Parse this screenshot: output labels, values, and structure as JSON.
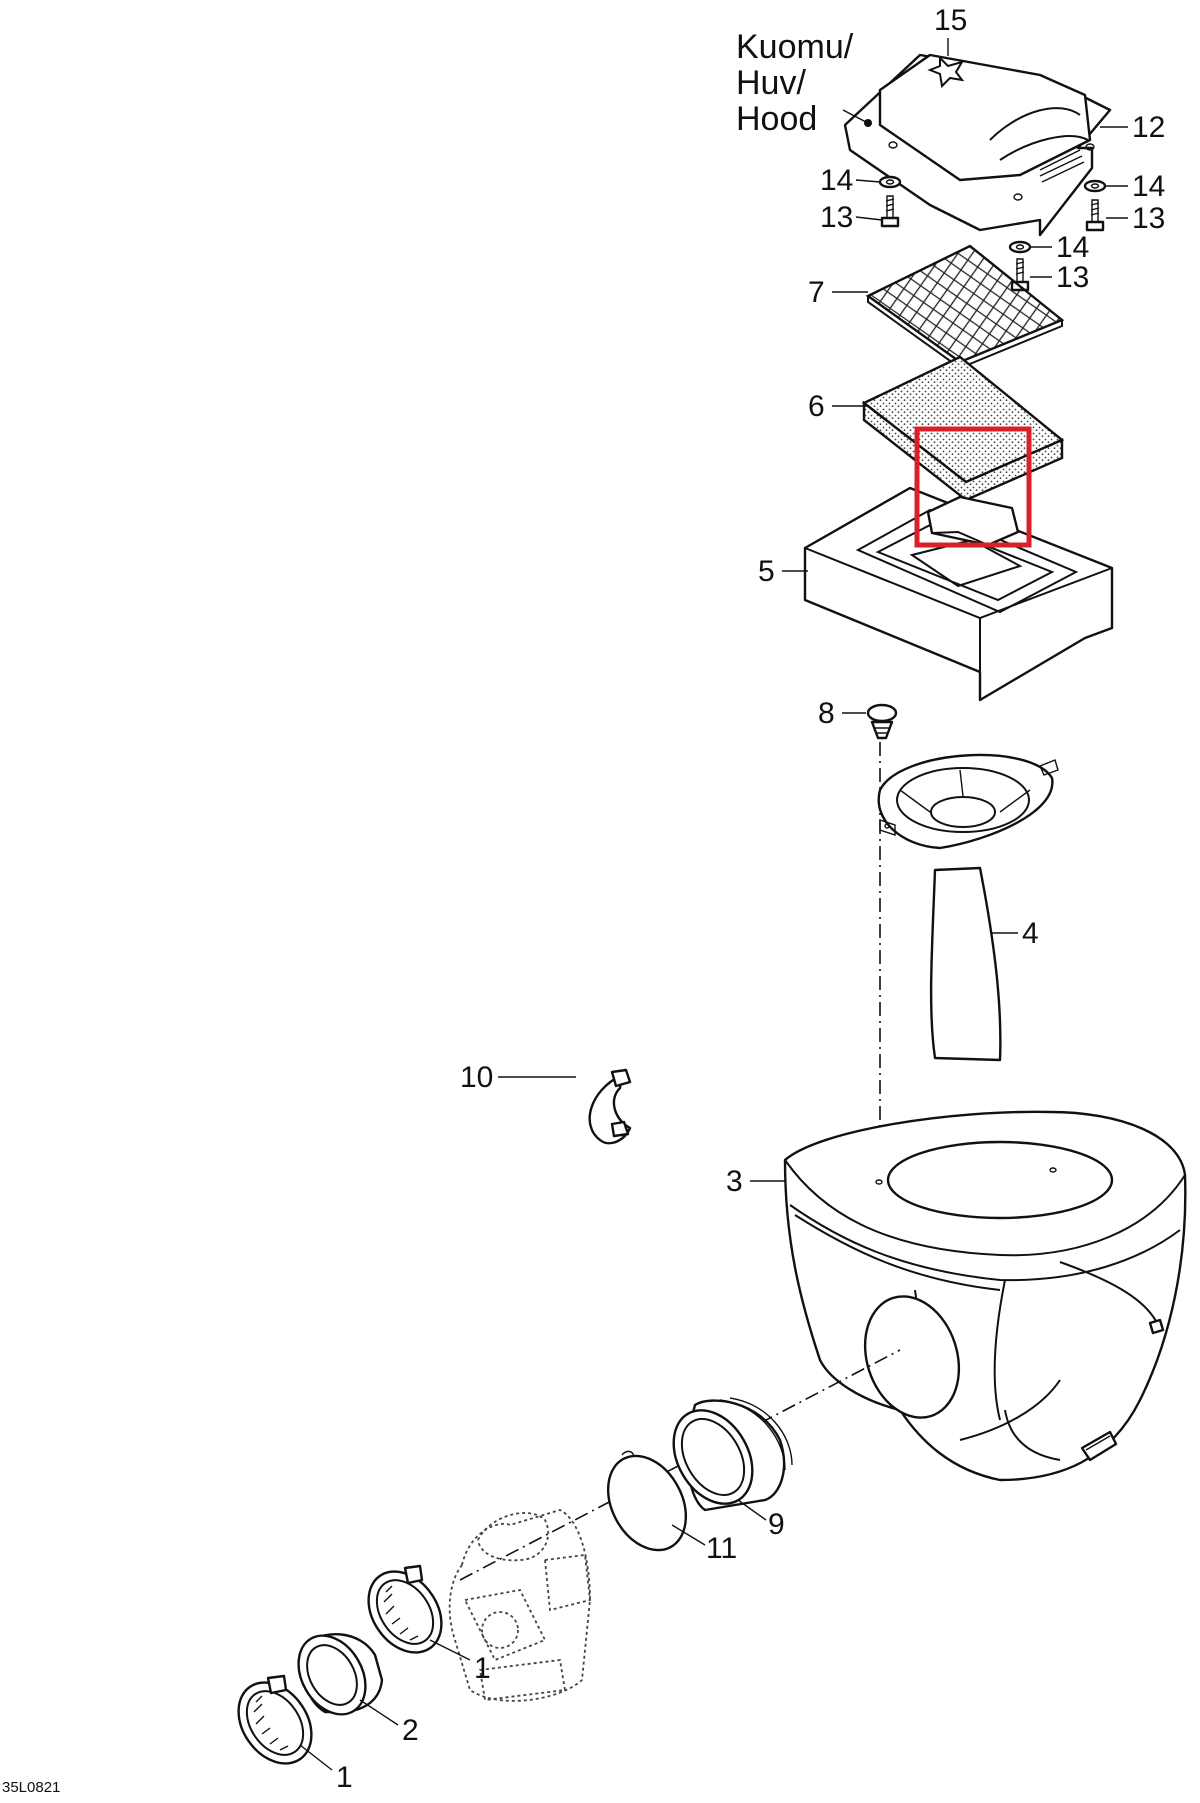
{
  "diagram": {
    "hood_label": [
      "Kuomu/",
      "Huv/",
      "Hood"
    ],
    "drawing_code": "35L0821",
    "callouts": {
      "c15": "15",
      "c12": "12",
      "c14a": "14",
      "c14b": "14",
      "c14c": "14",
      "c13a": "13",
      "c13b": "13",
      "c13c": "13",
      "c7": "7",
      "c6": "6",
      "c5": "5",
      "c8": "8",
      "c4": "4",
      "c10": "10",
      "c3": "3",
      "c9": "9",
      "c11": "11",
      "c1a": "1",
      "c2": "2",
      "c1b": "1"
    },
    "highlight_color": "#d9202a"
  }
}
